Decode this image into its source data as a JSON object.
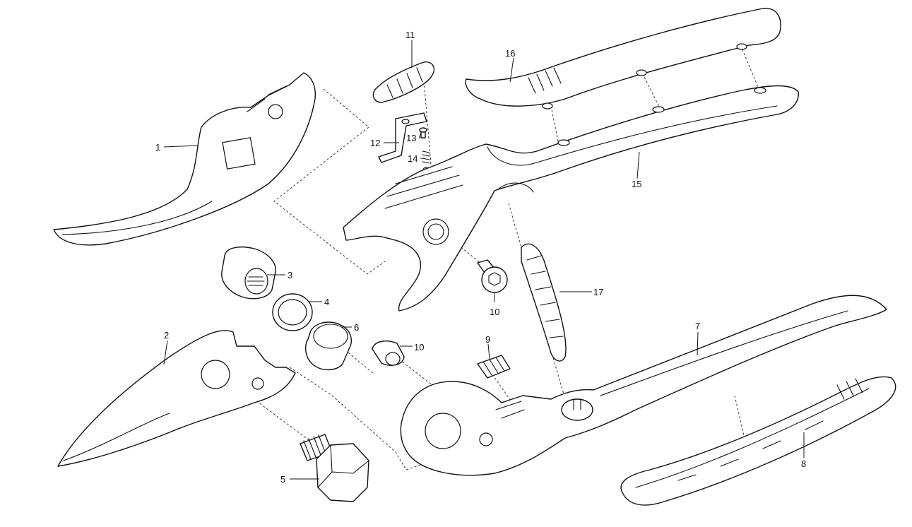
{
  "parts": [
    {
      "key": "p1",
      "label": "1"
    },
    {
      "key": "p2",
      "label": "2"
    },
    {
      "key": "p3",
      "label": "3"
    },
    {
      "key": "p4",
      "label": "4"
    },
    {
      "key": "p5",
      "label": "5"
    },
    {
      "key": "p6",
      "label": "6"
    },
    {
      "key": "p7",
      "label": "7"
    },
    {
      "key": "p8",
      "label": "8"
    },
    {
      "key": "p9",
      "label": "9"
    },
    {
      "key": "p10a",
      "label": "10"
    },
    {
      "key": "p10b",
      "label": "10"
    },
    {
      "key": "p11",
      "label": "11"
    },
    {
      "key": "p12",
      "label": "12"
    },
    {
      "key": "p13",
      "label": "13"
    },
    {
      "key": "p14",
      "label": "14"
    },
    {
      "key": "p15",
      "label": "15"
    },
    {
      "key": "p16",
      "label": "16"
    },
    {
      "key": "p17",
      "label": "17"
    }
  ]
}
